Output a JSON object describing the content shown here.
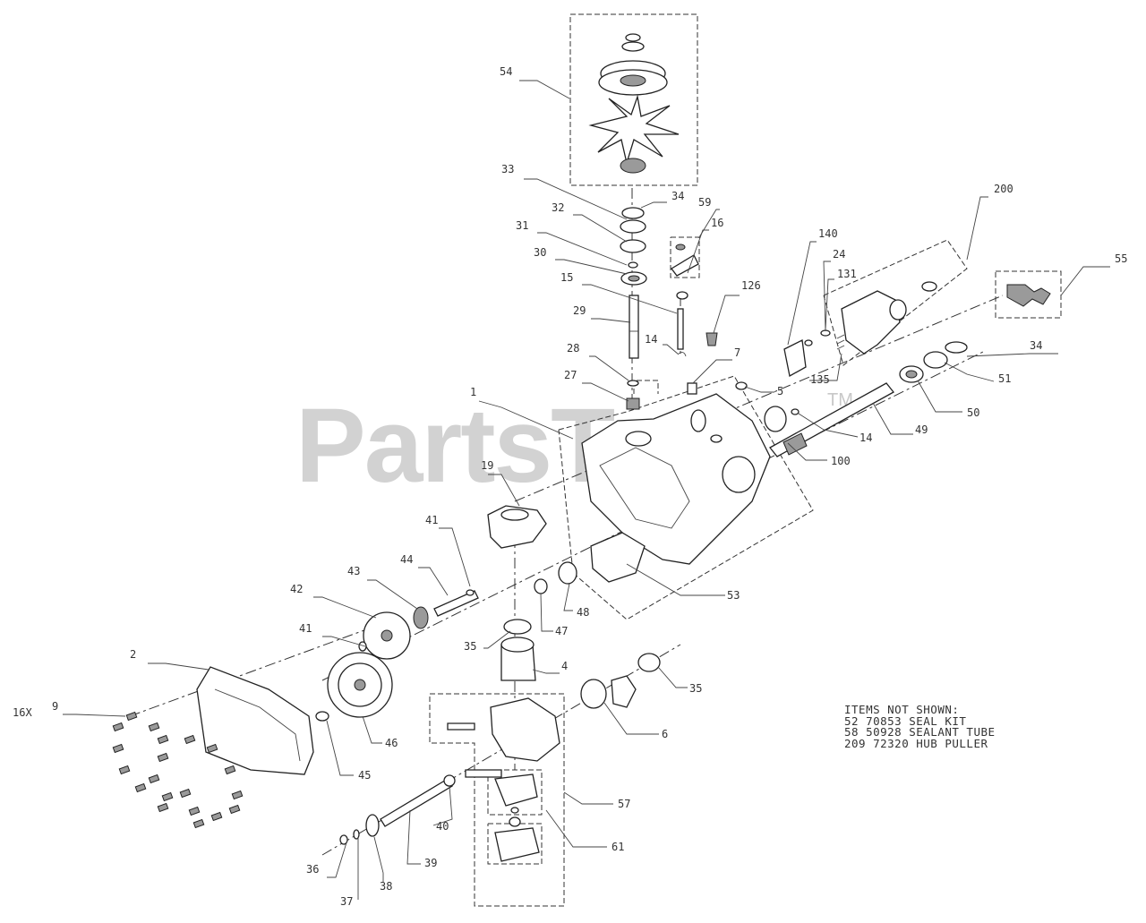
{
  "watermark": {
    "text": "PartsTree",
    "trademark": "TM"
  },
  "notes": {
    "title": "ITEMS NOT SHOWN:",
    "lines": [
      "52 70853 SEAL KIT",
      "58 50928 SEALANT TUBE",
      "209 72320 HUB PULLER"
    ]
  },
  "callouts": [
    "54",
    "33",
    "34",
    "32",
    "31",
    "30",
    "15",
    "29",
    "14",
    "28",
    "27",
    "59",
    "16",
    "126",
    "7",
    "140",
    "24",
    "131",
    "135",
    "200",
    "55",
    "34",
    "51",
    "50",
    "49",
    "14",
    "100",
    "5",
    "1",
    "19",
    "41",
    "44",
    "43",
    "42",
    "41",
    "2",
    "16X",
    "9",
    "35",
    "47",
    "48",
    "53",
    "4",
    "35",
    "6",
    "46",
    "45",
    "40",
    "39",
    "36",
    "37",
    "38",
    "57",
    "61"
  ]
}
